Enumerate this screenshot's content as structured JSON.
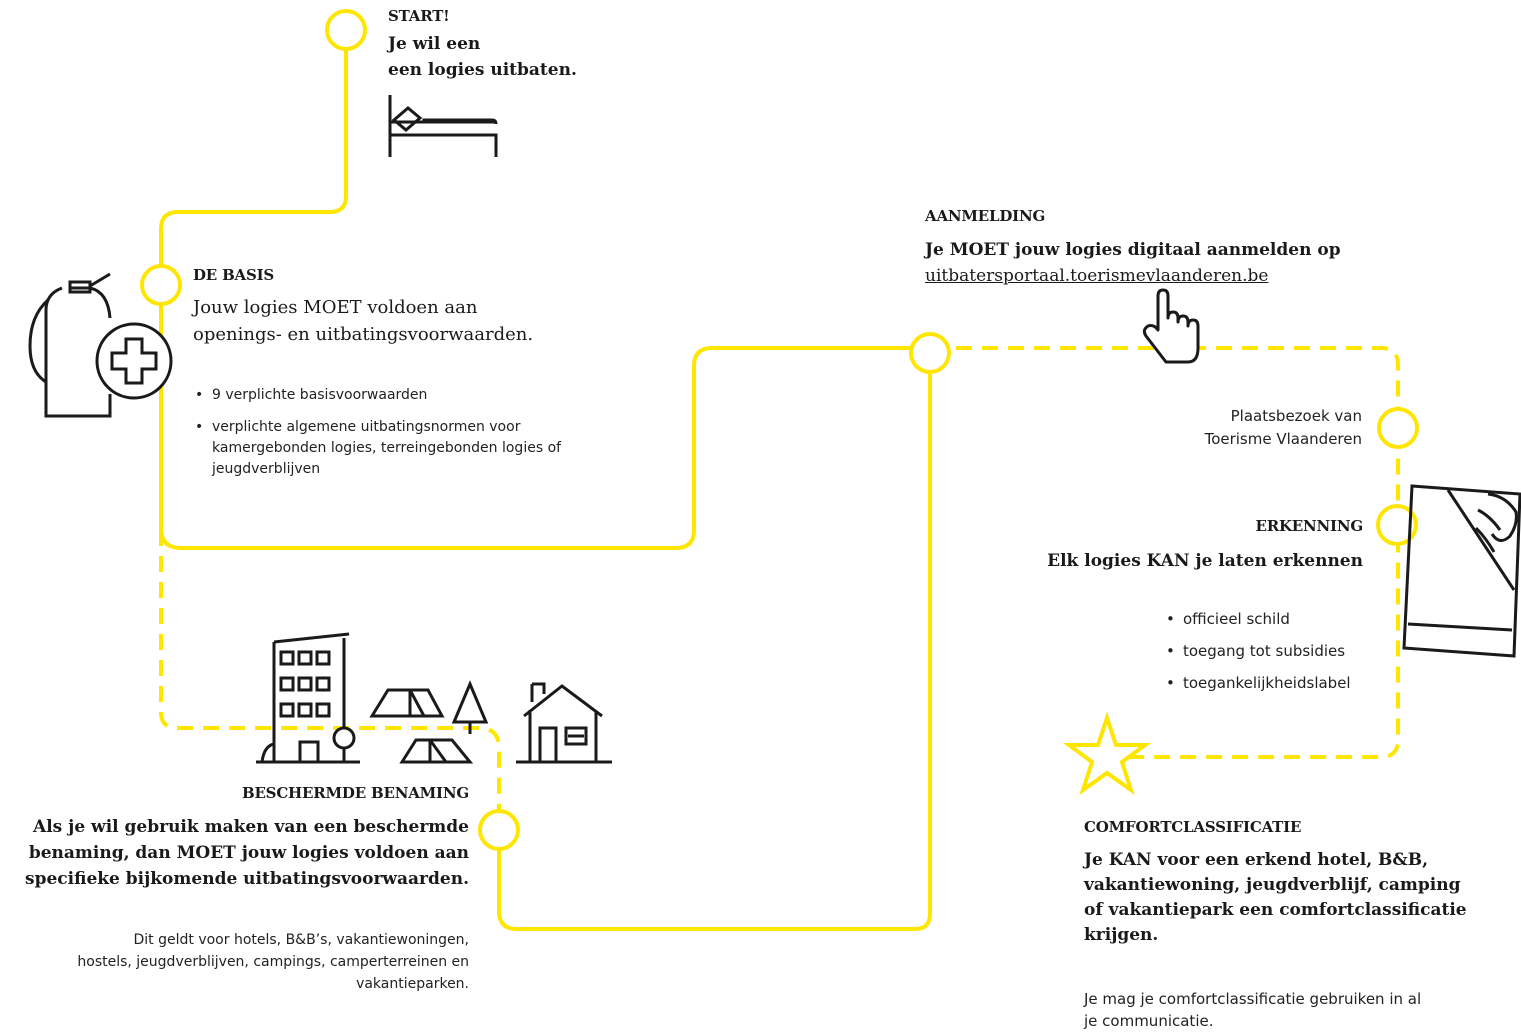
{
  "colors": {
    "route": "#ffe600",
    "ink": "#1a1a1a",
    "background": "#ffffff"
  },
  "start": {
    "heading": "START!",
    "line1": "Je wil een",
    "line2": "een logies uitbaten.",
    "icon": "bed-icon"
  },
  "basis": {
    "heading": "DE BASIS",
    "line1": "Jouw logies MOET voldoen aan",
    "line2": "openings- en uitbatingsvoorwaarden.",
    "bullets": [
      "9 verplichte basisvoorwaarden",
      "verplichte algemene uitbatingsnormen voor kamergebonden logies, terreingebonden logies of jeugdverblijven"
    ],
    "icon": "fire-extinguisher-first-aid-icon"
  },
  "aanmelding": {
    "heading": "AANMELDING",
    "line1": "Je MOET jouw logies digitaal aanmelden op",
    "link": "uitbatersportaal.toerismevlaanderen.be",
    "icon": "hand-pointer-icon"
  },
  "plaatsbezoek": {
    "line1": "Plaatsbezoek van",
    "line2": "Toerisme Vlaanderen"
  },
  "erkenning": {
    "heading": "ERKENNING",
    "lead": "Elk logies KAN je laten erkennen",
    "bullets": [
      "officieel schild",
      "toegang tot subsidies",
      "toegankelijkheidslabel"
    ],
    "icon": "shield-plaque-icon"
  },
  "benaming": {
    "heading": "BESCHERMDE BENAMING",
    "line1": "Als je wil gebruik maken van een beschermde",
    "line2": "benaming, dan MOET jouw logies voldoen aan",
    "line3": "specifieke bijkomende uitbatingsvoorwaarden.",
    "note1": "Dit geldt voor hotels, B&B’s, vakantiewoningen,",
    "note2": "hostels, jeugdverblijven, campings, camperterreinen en",
    "note3": "vakantieparken.",
    "icon": "accommodation-types-icon"
  },
  "comfort": {
    "heading": "COMFORTCLASSIFICATIE",
    "line1": "Je KAN voor een erkend hotel, B&B,",
    "line2": "vakantiewoning, jeugdverblijf, camping",
    "line3": "of vakantiepark een comfortclassificatie",
    "line4": "krijgen.",
    "note1": "Je mag je comfortclassificatie gebruiken in al",
    "note2": "je communicatie.",
    "icon": "star-icon"
  }
}
